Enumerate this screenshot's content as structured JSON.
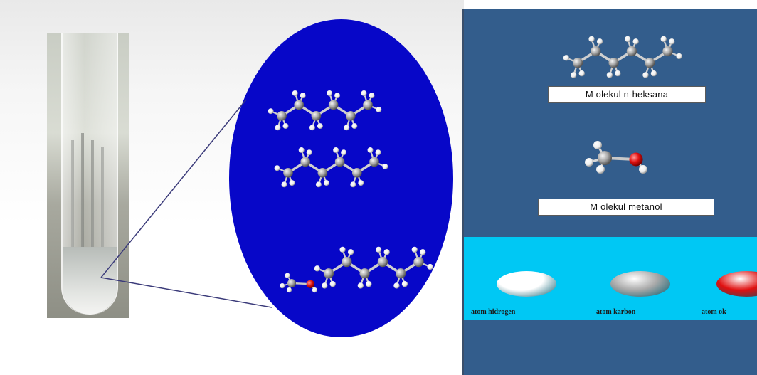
{
  "molecules": {
    "hexane_label": "M olekul n-heksana",
    "methanol_label": "M olekul metanol"
  },
  "legend": {
    "items": [
      {
        "label": "atom hidrogen",
        "color": "#ffffff"
      },
      {
        "label": "atom karbon",
        "color": "#a9a9a9"
      },
      {
        "label": "atom ok",
        "color": "#e01010"
      }
    ]
  },
  "colors": {
    "panel": "#335d8c",
    "legend_bg": "#00c8f4",
    "zoom": "#0707c8",
    "hydrogen": "#ffffff",
    "carbon": "#a9a9a9",
    "oxygen": "#e01010"
  }
}
